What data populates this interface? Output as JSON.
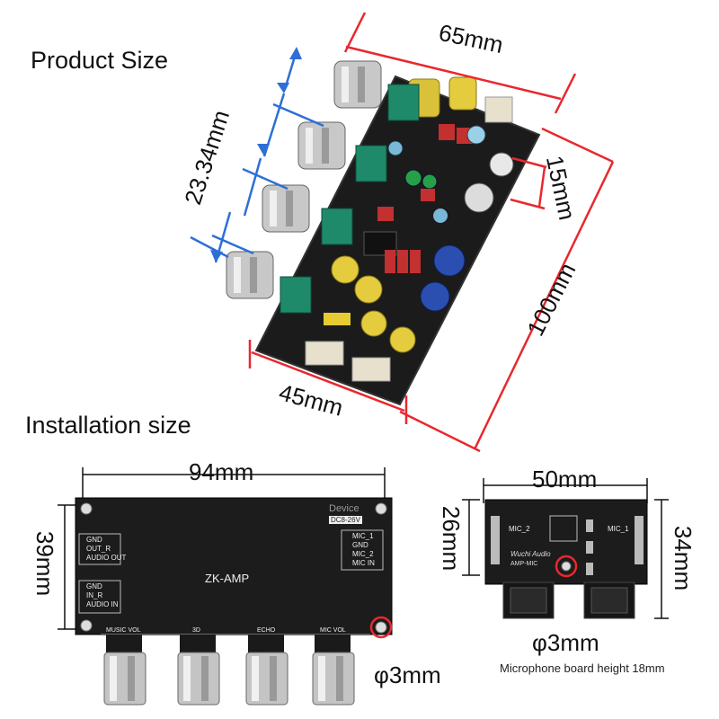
{
  "headings": {
    "product_size": "Product Size",
    "installation_size": "Installation size"
  },
  "product_dimensions": {
    "length": "65mm",
    "width": "45mm",
    "height": "100mm",
    "knob_pitch": "23.34mm",
    "cap_spacing": "15mm"
  },
  "main_board": {
    "width": "94mm",
    "height": "39mm",
    "hole": "φ3mm",
    "model": "ZK-AMP",
    "power": "DC8-26V",
    "device": "Device",
    "pins_out": [
      "GND",
      "OUT_R"
    ],
    "out_label": "AUDIO OUT",
    "pins_in": [
      "GND",
      "IN_R"
    ],
    "in_label": "AUDIO IN",
    "pins_mic": [
      "MIC_1",
      "GND",
      "MIC_2"
    ],
    "mic_label": "MIC IN",
    "knob_labels": [
      "MUSIC VOL",
      "3D",
      "ECHO",
      "MIC VOL"
    ]
  },
  "mic_board": {
    "width": "50mm",
    "height_left": "26mm",
    "height_right": "34mm",
    "hole": "φ3mm",
    "label_mic2": "MIC_2",
    "label_mic1": "MIC_1",
    "brand": "Wuchi Audio",
    "model": "AMP-MIC",
    "note": "Microphone board height 18mm"
  },
  "colors": {
    "dimension_line": "#e8282e",
    "arrow_blue": "#2d6fd6",
    "pcb": "#1a1a1a"
  }
}
